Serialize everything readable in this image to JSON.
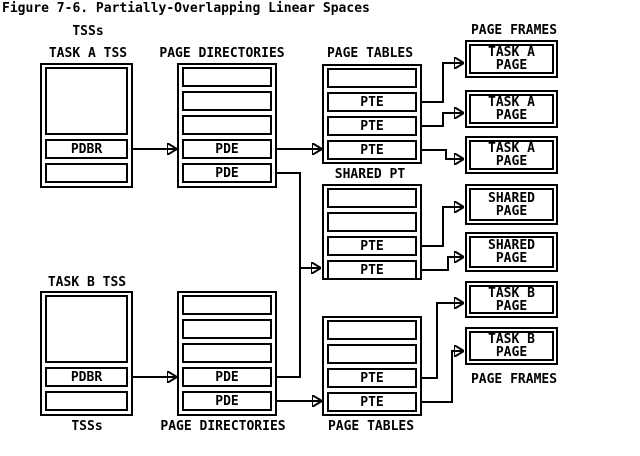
{
  "title": "Figure 7-6. Partially-Overlapping Linear Spaces",
  "colors": {
    "foreground": "#000000",
    "background": "#ffffff"
  },
  "labels": {
    "tsss_top": "TSSs",
    "task_a_tss": "TASK A TSS",
    "page_directories_top": "PAGE DIRECTORIES",
    "page_tables_top": "PAGE TABLES",
    "page_frames_top": "PAGE FRAMES",
    "shared_pt": "SHARED PT",
    "task_b_tss": "TASK B TSS",
    "tsss_bottom": "TSSs",
    "page_directories_bottom": "PAGE DIRECTORIES",
    "page_tables_bottom": "PAGE TABLES",
    "page_frames_bottom": "PAGE FRAMES"
  },
  "tss_a": {
    "rows": [
      "",
      "PDBR",
      ""
    ]
  },
  "tss_b": {
    "rows": [
      "",
      "PDBR",
      ""
    ]
  },
  "page_directory_a": {
    "rows": [
      "",
      "",
      "",
      "PDE",
      "PDE"
    ]
  },
  "page_directory_b": {
    "rows": [
      "",
      "",
      "",
      "PDE",
      "PDE"
    ]
  },
  "page_table_task_a": {
    "rows": [
      "",
      "PTE",
      "PTE",
      "PTE"
    ]
  },
  "page_table_shared": {
    "rows": [
      "",
      "",
      "PTE",
      "PTE"
    ]
  },
  "page_table_task_b": {
    "rows": [
      "",
      "",
      "PTE",
      "PTE"
    ]
  },
  "page_frames": {
    "frames": [
      {
        "line1": "TASK A",
        "line2": "PAGE"
      },
      {
        "line1": "TASK A",
        "line2": "PAGE"
      },
      {
        "line1": "TASK A",
        "line2": "PAGE"
      },
      {
        "line1": "SHARED",
        "line2": "PAGE"
      },
      {
        "line1": "SHARED",
        "line2": "PAGE"
      },
      {
        "line1": "TASK B",
        "line2": "PAGE"
      },
      {
        "line1": "TASK B",
        "line2": "PAGE"
      }
    ]
  }
}
